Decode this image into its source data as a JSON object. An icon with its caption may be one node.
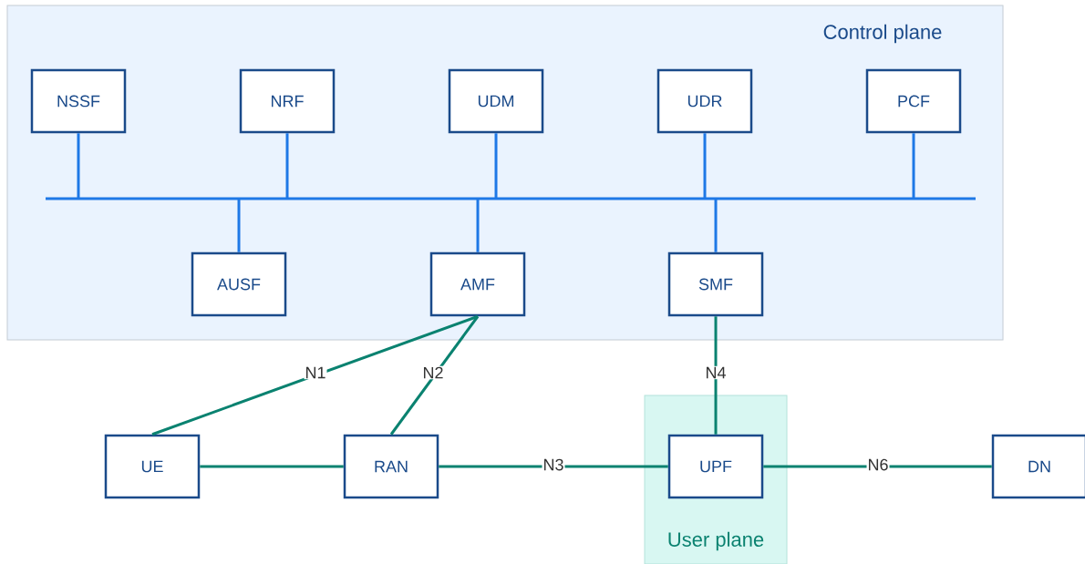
{
  "diagram": {
    "nodes": [
      {
        "text": [
          "Control plane"
        ]
      },
      {
        "text": [
          "NSSF"
        ],
        "in": 0
      },
      {
        "text": [
          "NRF"
        ],
        "in": 0
      },
      {
        "text": [
          "UDM"
        ],
        "in": 0
      },
      {
        "text": [
          "UDR"
        ],
        "in": 0
      },
      {
        "text": [
          "PCF"
        ],
        "in": 0
      },
      {
        "text": [],
        "shape": "bar",
        "in": 0
      },
      {
        "text": [
          "AUSF"
        ],
        "in": 0
      },
      {
        "text": [
          "AMF"
        ],
        "in": 0
      },
      {
        "text": [
          "SMF"
        ],
        "in": 0
      },
      {
        "text": [
          "User plane"
        ]
      },
      {
        "text": [
          "UE"
        ]
      },
      {
        "text": [
          "RAN"
        ]
      },
      {
        "text": [
          "UPF"
        ],
        "in": 10
      },
      {
        "text": [
          "DN"
        ]
      }
    ],
    "edges": [
      {
        "from": 1,
        "to": 6,
        "arrow": "none"
      },
      {
        "from": 2,
        "to": 6,
        "arrow": "none"
      },
      {
        "from": 3,
        "to": 6,
        "arrow": "none"
      },
      {
        "from": 4,
        "to": 6,
        "arrow": "none"
      },
      {
        "from": 5,
        "to": 6,
        "arrow": "none"
      },
      {
        "from": 7,
        "to": 6,
        "arrow": "none"
      },
      {
        "from": 8,
        "to": 6,
        "arrow": "none"
      },
      {
        "from": 9,
        "to": 6,
        "arrow": "none"
      },
      {
        "from": 8,
        "to": 11,
        "arrow": "none",
        "label": "N1",
        "color": "#0a8270"
      },
      {
        "from": 8,
        "to": 12,
        "arrow": "none",
        "label": "N2",
        "color": "#0a8270"
      },
      {
        "from": 9,
        "to": 13,
        "arrow": "none",
        "label": "N4",
        "color": "#0a8270"
      },
      {
        "from": 11,
        "to": 12,
        "arrow": "none",
        "color": "#0a8270"
      },
      {
        "from": 12,
        "to": 13,
        "arrow": "none",
        "label": "N3",
        "color": "#0a8270"
      },
      {
        "from": 13,
        "to": 14,
        "arrow": "none",
        "label": "N6",
        "color": "#0a8270"
      }
    ]
  }
}
